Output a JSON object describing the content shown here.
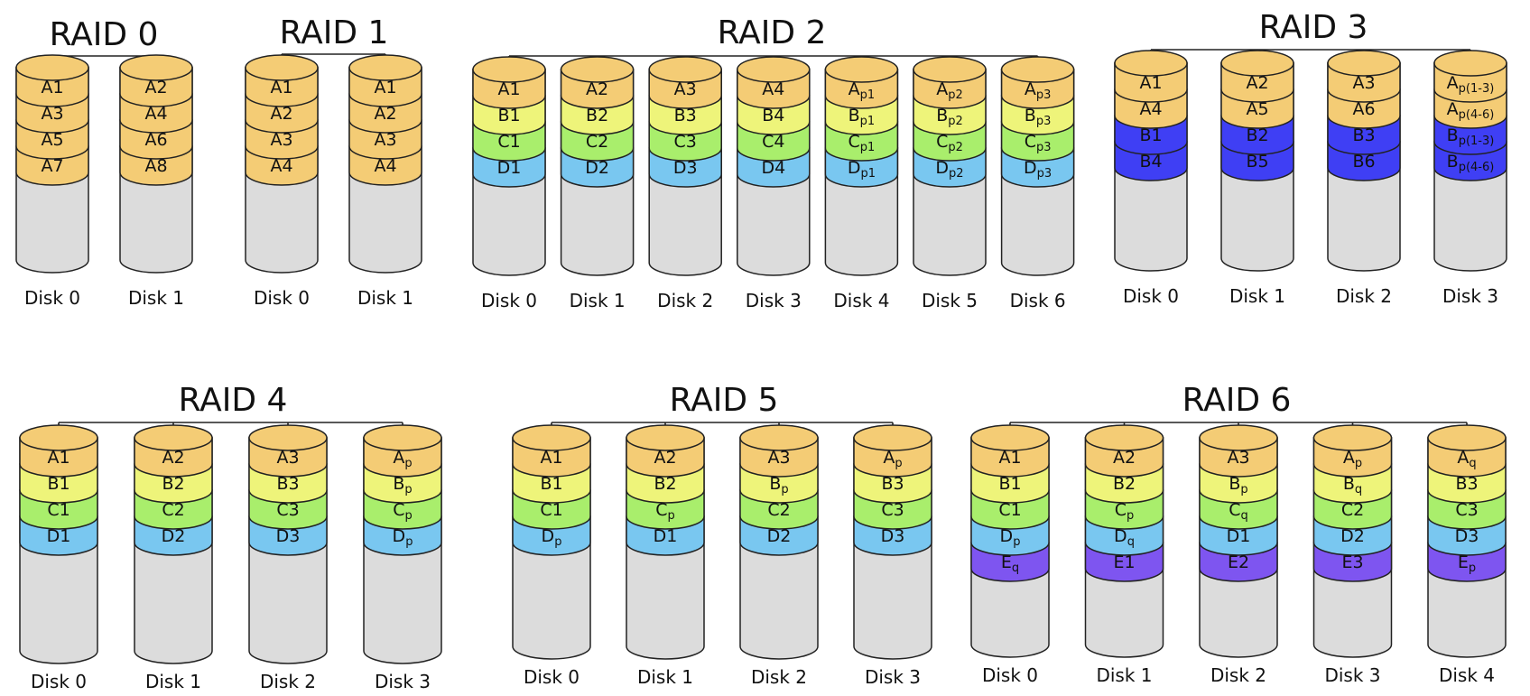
{
  "colors": {
    "orange": "#f4cc75",
    "yellow": "#eef47a",
    "green": "#a9ee6c",
    "blue": "#79c7f0",
    "darkblue": "#3f3ff4",
    "purple": "#7e55f0",
    "disk": "#dcdcdc"
  },
  "arrays": [
    {
      "title": "RAID 0",
      "disks": [
        {
          "label": "Disk 0",
          "blocks": [
            [
              "A1",
              "orange"
            ],
            [
              "A3",
              "orange"
            ],
            [
              "A5",
              "orange"
            ],
            [
              "A7",
              "orange"
            ]
          ]
        },
        {
          "label": "Disk 1",
          "blocks": [
            [
              "A2",
              "orange"
            ],
            [
              "A4",
              "orange"
            ],
            [
              "A6",
              "orange"
            ],
            [
              "A8",
              "orange"
            ]
          ]
        }
      ]
    },
    {
      "title": "RAID 1",
      "disks": [
        {
          "label": "Disk 0",
          "blocks": [
            [
              "A1",
              "orange"
            ],
            [
              "A2",
              "orange"
            ],
            [
              "A3",
              "orange"
            ],
            [
              "A4",
              "orange"
            ]
          ]
        },
        {
          "label": "Disk 1",
          "blocks": [
            [
              "A1",
              "orange"
            ],
            [
              "A2",
              "orange"
            ],
            [
              "A3",
              "orange"
            ],
            [
              "A4",
              "orange"
            ]
          ]
        }
      ]
    },
    {
      "title": "RAID 2",
      "disks": [
        {
          "label": "Disk 0",
          "blocks": [
            [
              "A1",
              "orange"
            ],
            [
              "B1",
              "yellow"
            ],
            [
              "C1",
              "green"
            ],
            [
              "D1",
              "blue"
            ]
          ]
        },
        {
          "label": "Disk 1",
          "blocks": [
            [
              "A2",
              "orange"
            ],
            [
              "B2",
              "yellow"
            ],
            [
              "C2",
              "green"
            ],
            [
              "D2",
              "blue"
            ]
          ]
        },
        {
          "label": "Disk 2",
          "blocks": [
            [
              "A3",
              "orange"
            ],
            [
              "B3",
              "yellow"
            ],
            [
              "C3",
              "green"
            ],
            [
              "D3",
              "blue"
            ]
          ]
        },
        {
          "label": "Disk 3",
          "blocks": [
            [
              "A4",
              "orange"
            ],
            [
              "B4",
              "yellow"
            ],
            [
              "C4",
              "green"
            ],
            [
              "D4",
              "blue"
            ]
          ]
        },
        {
          "label": "Disk 4",
          "blocks": [
            [
              "A|p1",
              "orange"
            ],
            [
              "B|p1",
              "yellow"
            ],
            [
              "C|p1",
              "green"
            ],
            [
              "D|p1",
              "blue"
            ]
          ]
        },
        {
          "label": "Disk 5",
          "blocks": [
            [
              "A|p2",
              "orange"
            ],
            [
              "B|p2",
              "yellow"
            ],
            [
              "C|p2",
              "green"
            ],
            [
              "D|p2",
              "blue"
            ]
          ]
        },
        {
          "label": "Disk 6",
          "blocks": [
            [
              "A|p3",
              "orange"
            ],
            [
              "B|p3",
              "yellow"
            ],
            [
              "C|p3",
              "green"
            ],
            [
              "D|p3",
              "blue"
            ]
          ]
        }
      ]
    },
    {
      "title": "RAID 3",
      "disks": [
        {
          "label": "Disk 0",
          "blocks": [
            [
              "A1",
              "orange"
            ],
            [
              "A4",
              "orange"
            ],
            [
              "B1",
              "darkblue"
            ],
            [
              "B4",
              "darkblue"
            ]
          ]
        },
        {
          "label": "Disk 1",
          "blocks": [
            [
              "A2",
              "orange"
            ],
            [
              "A5",
              "orange"
            ],
            [
              "B2",
              "darkblue"
            ],
            [
              "B5",
              "darkblue"
            ]
          ]
        },
        {
          "label": "Disk 2",
          "blocks": [
            [
              "A3",
              "orange"
            ],
            [
              "A6",
              "orange"
            ],
            [
              "B3",
              "darkblue"
            ],
            [
              "B6",
              "darkblue"
            ]
          ]
        },
        {
          "label": "Disk 3",
          "blocks": [
            [
              "A|p(1-3)",
              "orange"
            ],
            [
              "A|p(4-6)",
              "orange"
            ],
            [
              "B|p(1-3)",
              "darkblue"
            ],
            [
              "B|p(4-6)",
              "darkblue"
            ]
          ]
        }
      ]
    },
    {
      "title": "RAID 4",
      "disks": [
        {
          "label": "Disk 0",
          "blocks": [
            [
              "A1",
              "orange"
            ],
            [
              "B1",
              "yellow"
            ],
            [
              "C1",
              "green"
            ],
            [
              "D1",
              "blue"
            ]
          ]
        },
        {
          "label": "Disk 1",
          "blocks": [
            [
              "A2",
              "orange"
            ],
            [
              "B2",
              "yellow"
            ],
            [
              "C2",
              "green"
            ],
            [
              "D2",
              "blue"
            ]
          ]
        },
        {
          "label": "Disk 2",
          "blocks": [
            [
              "A3",
              "orange"
            ],
            [
              "B3",
              "yellow"
            ],
            [
              "C3",
              "green"
            ],
            [
              "D3",
              "blue"
            ]
          ]
        },
        {
          "label": "Disk 3",
          "blocks": [
            [
              "A|p",
              "orange"
            ],
            [
              "B|p",
              "yellow"
            ],
            [
              "C|p",
              "green"
            ],
            [
              "D|p",
              "blue"
            ]
          ]
        }
      ]
    },
    {
      "title": "RAID 5",
      "disks": [
        {
          "label": "Disk 0",
          "blocks": [
            [
              "A1",
              "orange"
            ],
            [
              "B1",
              "yellow"
            ],
            [
              "C1",
              "green"
            ],
            [
              "D|p",
              "blue"
            ]
          ]
        },
        {
          "label": "Disk 1",
          "blocks": [
            [
              "A2",
              "orange"
            ],
            [
              "B2",
              "yellow"
            ],
            [
              "C|p",
              "green"
            ],
            [
              "D1",
              "blue"
            ]
          ]
        },
        {
          "label": "Disk 2",
          "blocks": [
            [
              "A3",
              "orange"
            ],
            [
              "B|p",
              "yellow"
            ],
            [
              "C2",
              "green"
            ],
            [
              "D2",
              "blue"
            ]
          ]
        },
        {
          "label": "Disk 3",
          "blocks": [
            [
              "A|p",
              "orange"
            ],
            [
              "B3",
              "yellow"
            ],
            [
              "C3",
              "green"
            ],
            [
              "D3",
              "blue"
            ]
          ]
        }
      ]
    },
    {
      "title": "RAID 6",
      "disks": [
        {
          "label": "Disk 0",
          "blocks": [
            [
              "A1",
              "orange"
            ],
            [
              "B1",
              "yellow"
            ],
            [
              "C1",
              "green"
            ],
            [
              "D|p",
              "blue"
            ],
            [
              "E|q",
              "purple"
            ]
          ]
        },
        {
          "label": "Disk 1",
          "blocks": [
            [
              "A2",
              "orange"
            ],
            [
              "B2",
              "yellow"
            ],
            [
              "C|p",
              "green"
            ],
            [
              "D|q",
              "blue"
            ],
            [
              "E1",
              "purple"
            ]
          ]
        },
        {
          "label": "Disk 2",
          "blocks": [
            [
              "A3",
              "orange"
            ],
            [
              "B|p",
              "yellow"
            ],
            [
              "C|q",
              "green"
            ],
            [
              "D1",
              "blue"
            ],
            [
              "E2",
              "purple"
            ]
          ]
        },
        {
          "label": "Disk 3",
          "blocks": [
            [
              "A|p",
              "orange"
            ],
            [
              "B|q",
              "yellow"
            ],
            [
              "C2",
              "green"
            ],
            [
              "D2",
              "blue"
            ],
            [
              "E3",
              "purple"
            ]
          ]
        },
        {
          "label": "Disk 4",
          "blocks": [
            [
              "A|q",
              "orange"
            ],
            [
              "B3",
              "yellow"
            ],
            [
              "C3",
              "green"
            ],
            [
              "D3",
              "blue"
            ],
            [
              "E|p",
              "purple"
            ]
          ]
        }
      ]
    }
  ]
}
